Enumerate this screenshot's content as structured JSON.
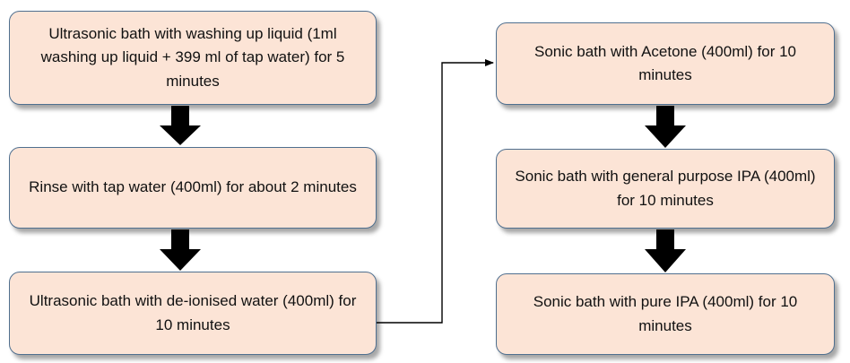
{
  "flowchart": {
    "left_column": [
      {
        "id": "step-1",
        "text": "Ultrasonic bath with washing up liquid (1ml washing up liquid + 399 ml of tap water) for 5 minutes"
      },
      {
        "id": "step-2",
        "text": "Rinse with tap water (400ml) for about 2 minutes"
      },
      {
        "id": "step-3",
        "text": "Ultrasonic bath with de-ionised water (400ml) for 10 minutes"
      }
    ],
    "right_column": [
      {
        "id": "step-4",
        "text": "Sonic bath with Acetone (400ml) for 10 minutes"
      },
      {
        "id": "step-5",
        "text": "Sonic bath with general purpose IPA (400ml) for 10 minutes"
      },
      {
        "id": "step-6",
        "text": "Sonic bath with pure IPA (400ml) for 10 minutes"
      }
    ],
    "colors": {
      "box_fill": "#fce4d6",
      "box_border": "#4f6f8f",
      "arrow": "#000000"
    }
  }
}
